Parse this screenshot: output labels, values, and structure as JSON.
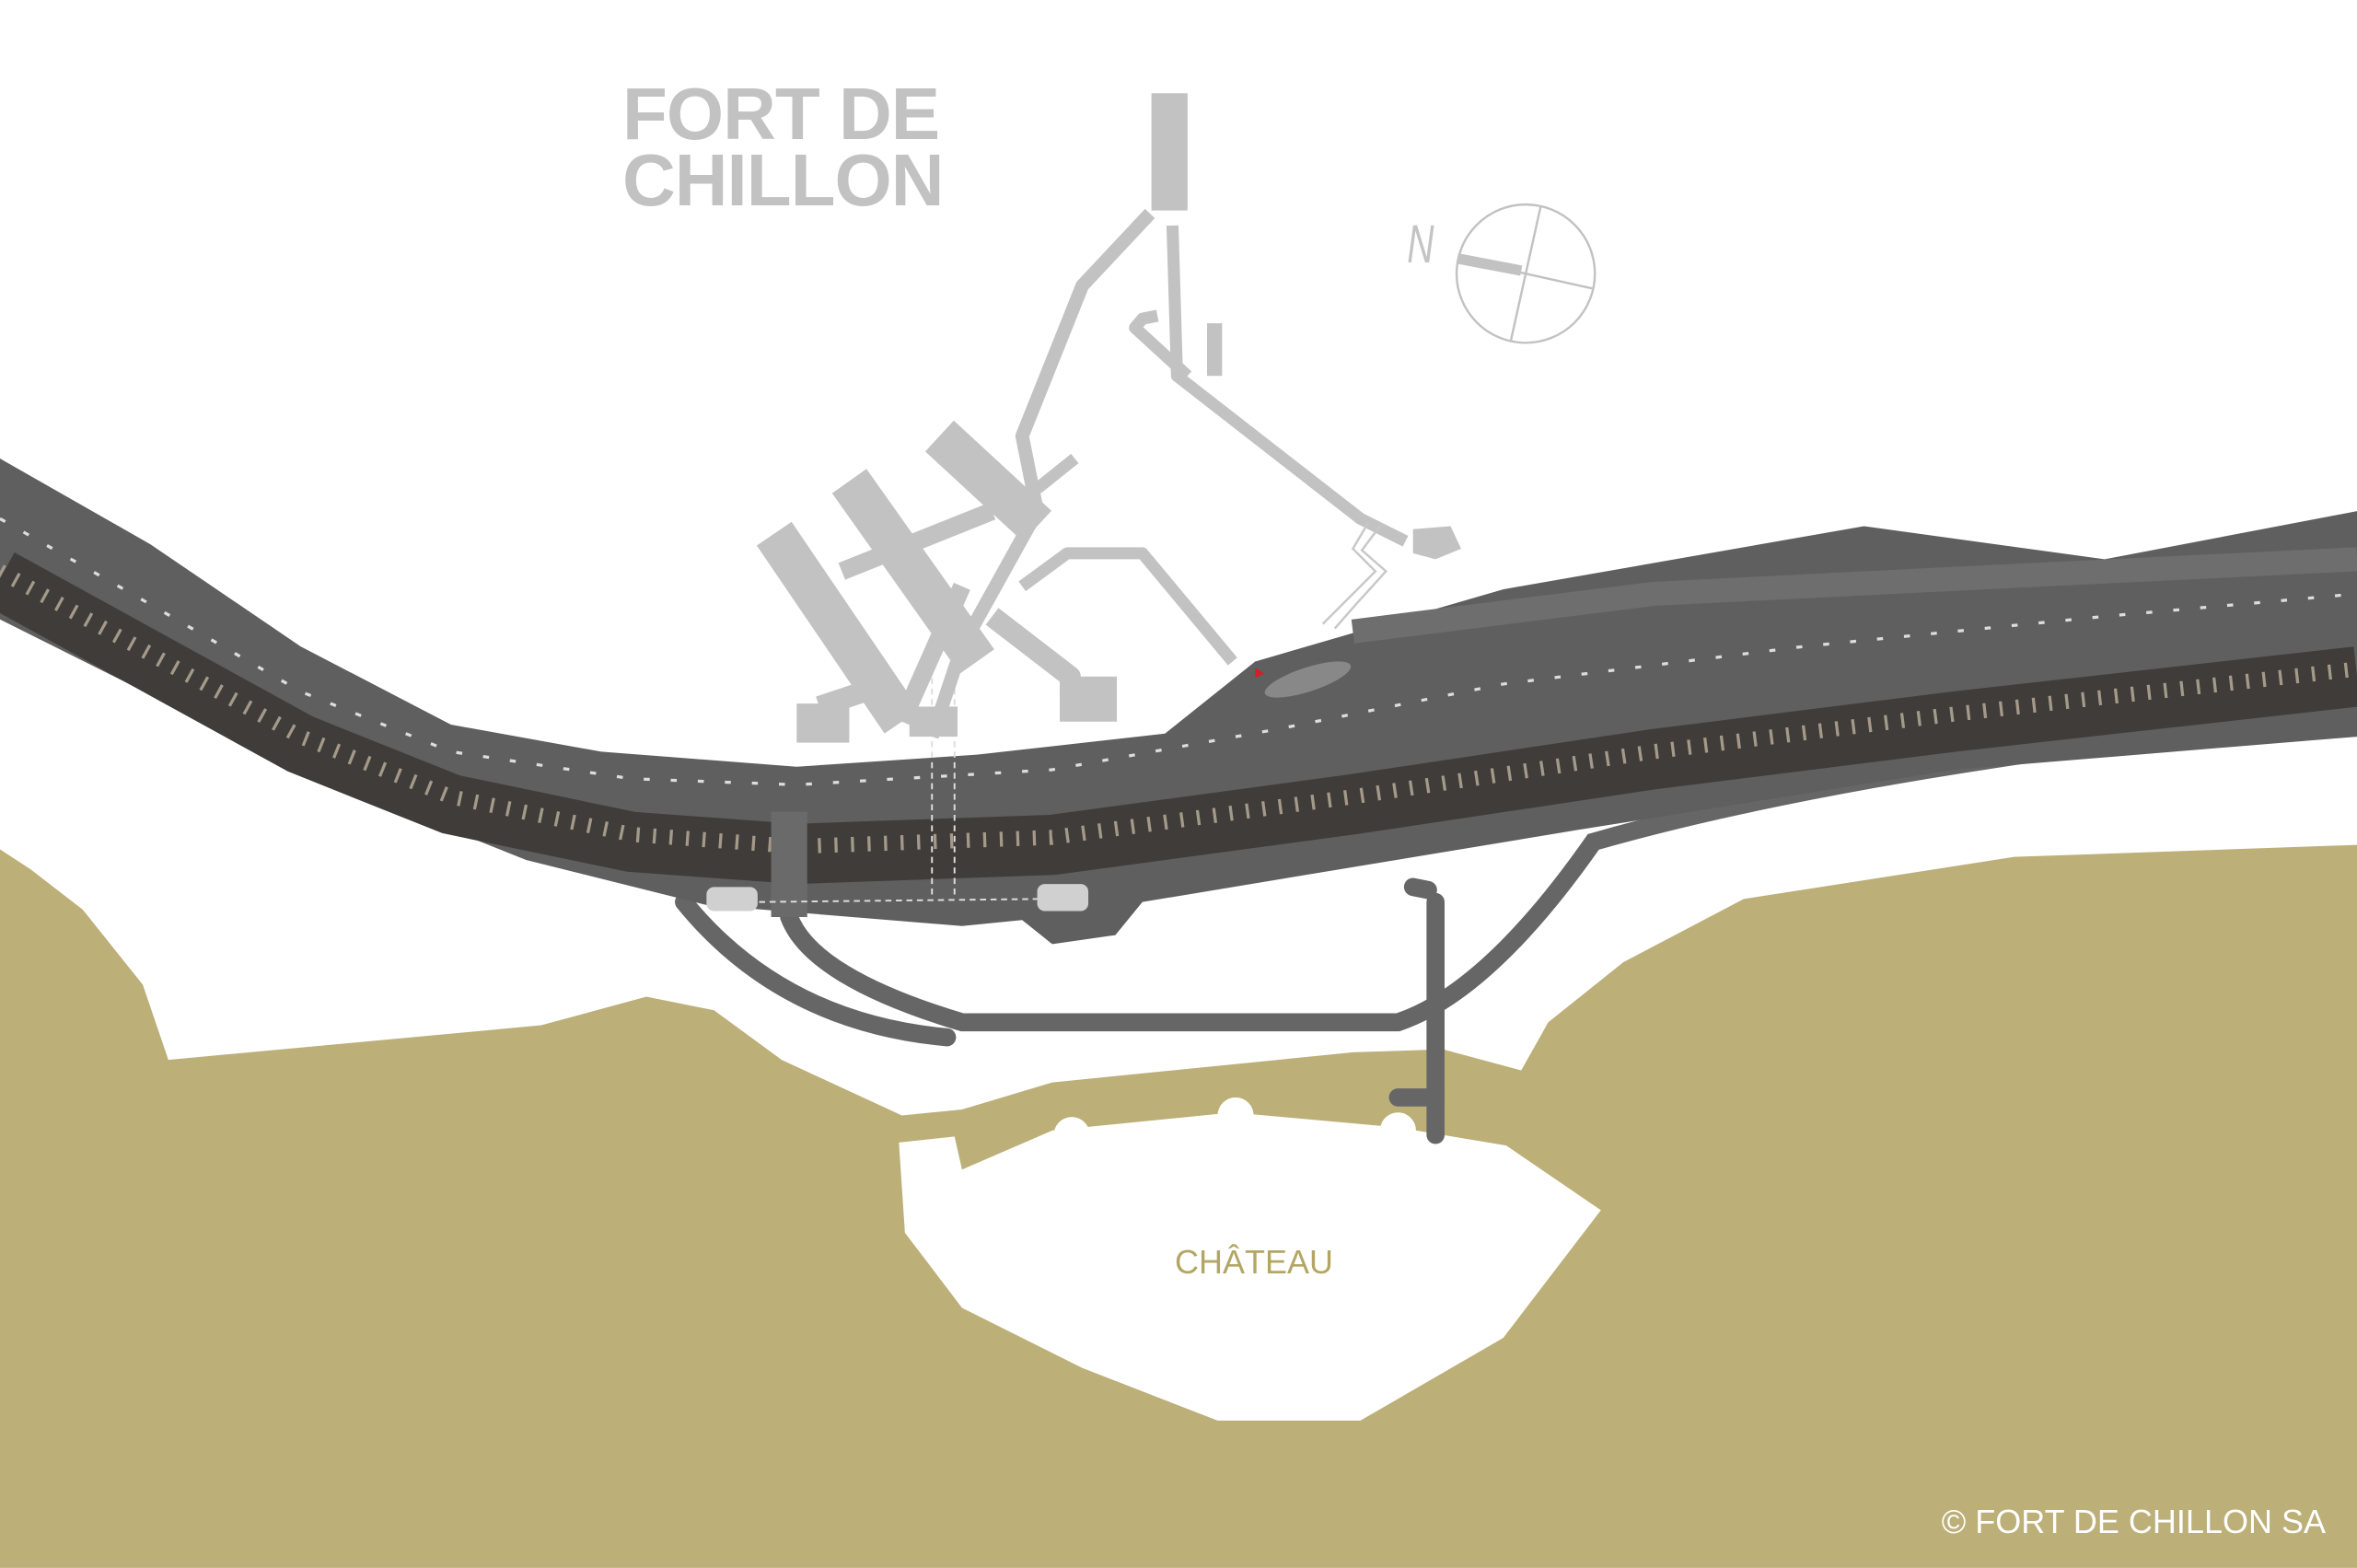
{
  "map": {
    "title_line1": "FORT DE",
    "title_line2": "CHILLON",
    "castle_label": "CHÂTEAU",
    "copyright": "© FORT DE CHILLON SA",
    "compass_label": "N",
    "colors": {
      "lake": "#bcaf78",
      "road": "#5f5f5f",
      "railway": "#3f3c39",
      "fort": "#c2c2c2",
      "paths": "#666666",
      "marker": "#d0202a"
    }
  }
}
